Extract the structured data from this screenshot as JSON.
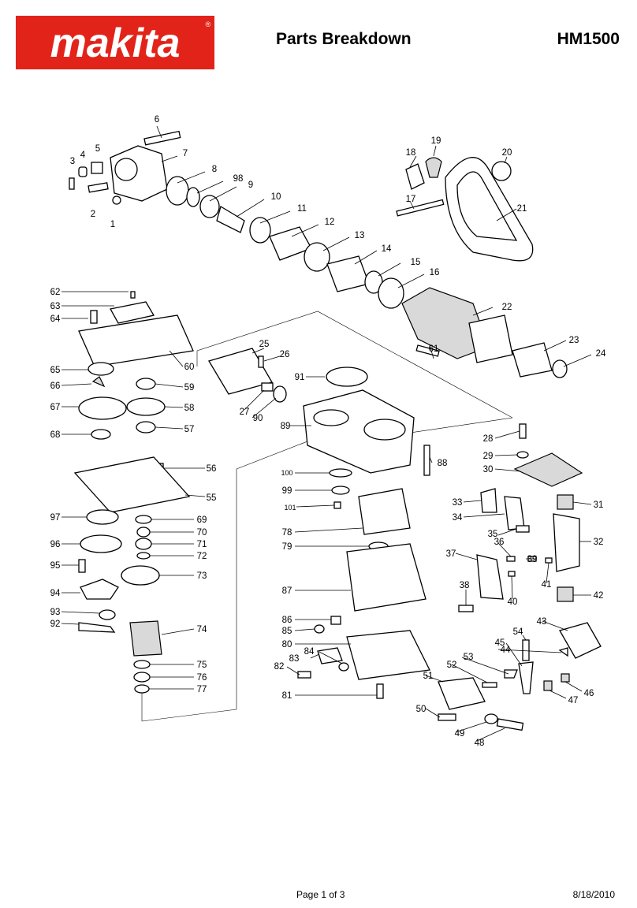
{
  "header": {
    "brand": "makita",
    "title": "Parts Breakdown",
    "model": "HM1500"
  },
  "footer": {
    "page": "Page 1 of 3",
    "date": "8/18/2010"
  },
  "colors": {
    "brand": "#e2231a",
    "ink": "#000000"
  },
  "parts": {
    "p1": "1",
    "p2": "2",
    "p3": "3",
    "p4": "4",
    "p5": "5",
    "p6": "6",
    "p7": "7",
    "p8": "8",
    "p98": "98",
    "p9": "9",
    "p10": "10",
    "p11": "11",
    "p12": "12",
    "p13": "13",
    "p14": "14",
    "p15": "15",
    "p16": "16",
    "p17": "17",
    "p18": "18",
    "p19": "19",
    "p20": "20",
    "p21": "21",
    "p22": "22",
    "p23": "23",
    "p24": "24",
    "p25": "25",
    "p26": "26",
    "p27": "27",
    "p28": "28",
    "p29": "29",
    "p30": "30",
    "p31": "31",
    "p32": "32",
    "p33": "33",
    "p34": "34",
    "p35": "35",
    "p36": "36",
    "p37": "37",
    "p38": "38",
    "p39": "39",
    "p40": "40",
    "p41": "41",
    "p42": "42",
    "p43": "43",
    "p44": "44",
    "p45": "45",
    "p46": "46",
    "p47": "47",
    "p48": "48",
    "p49": "49",
    "p50": "50",
    "p51": "51",
    "p52": "52",
    "p53": "53",
    "p54": "54",
    "p55": "55",
    "p56": "56",
    "p57": "57",
    "p58": "58",
    "p59": "59",
    "p60": "60",
    "p61": "61",
    "p62": "62",
    "p63": "63",
    "p64": "64",
    "p65": "65",
    "p66": "66",
    "p67": "67",
    "p68": "68",
    "p69": "69",
    "p70": "70",
    "p71": "71",
    "p72": "72",
    "p73": "73",
    "p74": "74",
    "p75": "75",
    "p76": "76",
    "p77": "77",
    "p78": "78",
    "p79": "79",
    "p80": "80",
    "p81": "81",
    "p82": "82",
    "p83": "83",
    "p84": "84",
    "p85": "85",
    "p86": "86",
    "p87": "87",
    "p88": "88",
    "p89": "89",
    "p90": "90",
    "p91": "91",
    "p92": "92",
    "p93": "93",
    "p94": "94",
    "p95": "95",
    "p96": "96",
    "p97": "97",
    "p99": "99",
    "p100": "100",
    "p101": "101"
  }
}
